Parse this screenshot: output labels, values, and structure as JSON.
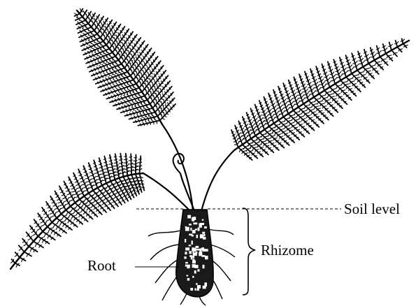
{
  "labels": {
    "soil_level": "Soil level",
    "rhizome": "Rhizome",
    "root": "Root"
  },
  "colors": {
    "ink": "#000000",
    "background": "#ffffff"
  }
}
